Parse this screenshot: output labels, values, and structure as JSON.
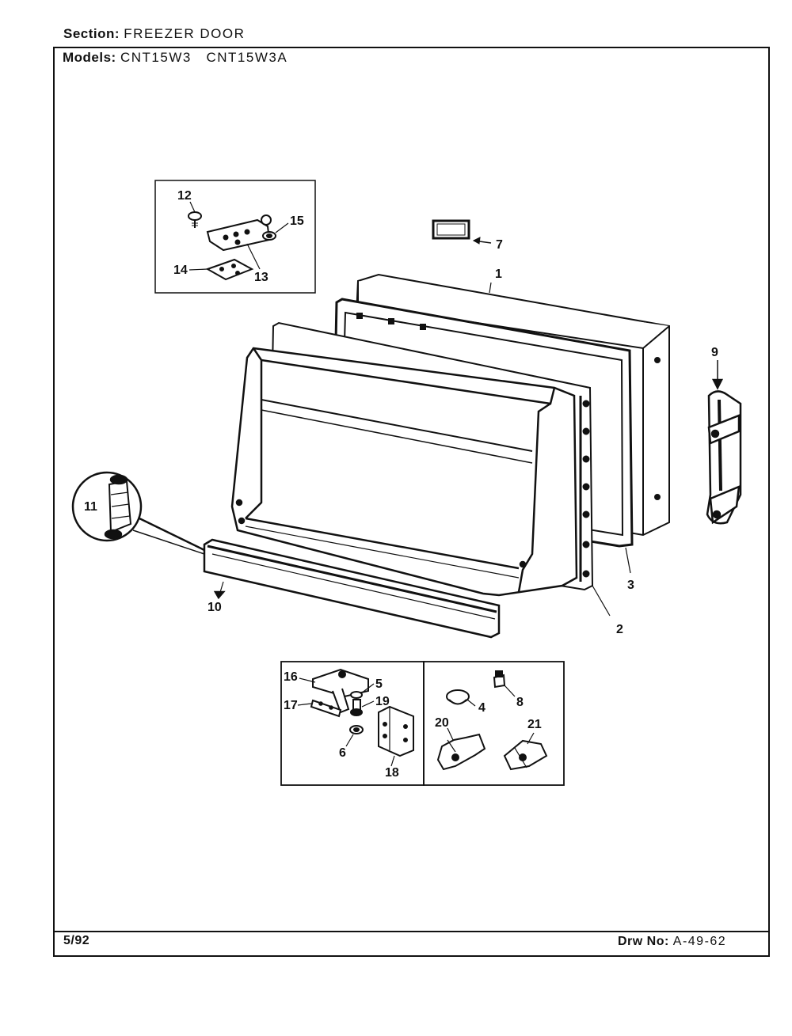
{
  "header": {
    "section_label": "Section:",
    "section_value": "FREEZER DOOR",
    "models_label": "Models:",
    "models_value": "CNT15W3   CNT15W3A"
  },
  "footer": {
    "date": "5/92",
    "drawing_label": "Drw No:",
    "drawing_number": "A-49-62"
  },
  "callouts": {
    "p1": "1",
    "p2": "2",
    "p3": "3",
    "p4": "4",
    "p5": "5",
    "p6": "6",
    "p7": "7",
    "p8": "8",
    "p9": "9",
    "p10": "10",
    "p11": "11",
    "p12": "12",
    "p13": "13",
    "p14": "14",
    "p15": "15",
    "p16": "16",
    "p17": "17",
    "p18": "18",
    "p19": "19",
    "p20": "20",
    "p21": "21"
  }
}
